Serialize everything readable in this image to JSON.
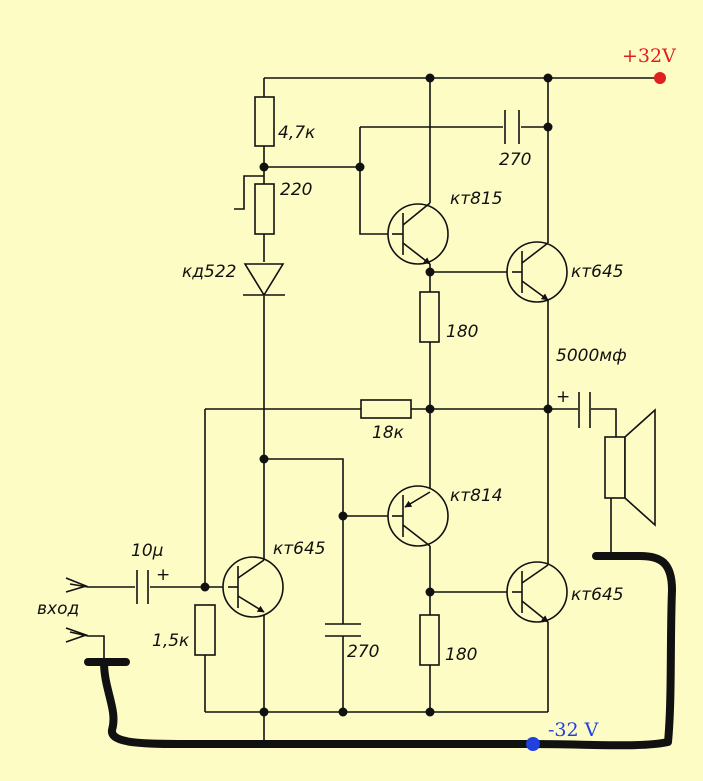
{
  "labels": {
    "supply_pos": "+32V",
    "supply_neg": "-32 V",
    "input": "вход",
    "r_4k7": "4,7к",
    "r_220": "220",
    "diode": "кд522",
    "c_top": "270",
    "q_kt815": "кт815",
    "q_kt645_top": "кт645",
    "r_180_top": "180",
    "c_out": "5000мф",
    "plus_out": "+",
    "r_18k": "18к",
    "q_kt814": "кт814",
    "q_kt645_in": "кт645",
    "c_in": "10µ",
    "plus_in": "+",
    "r_1k5": "1,5к",
    "c_mid": "270",
    "r_180_bot": "180",
    "q_kt645_bot": "кт645"
  },
  "colors": {
    "background": "#fdfcc4",
    "positive_rail": "#e02020",
    "negative_rail": "#2040e0",
    "wire": "#111111"
  }
}
